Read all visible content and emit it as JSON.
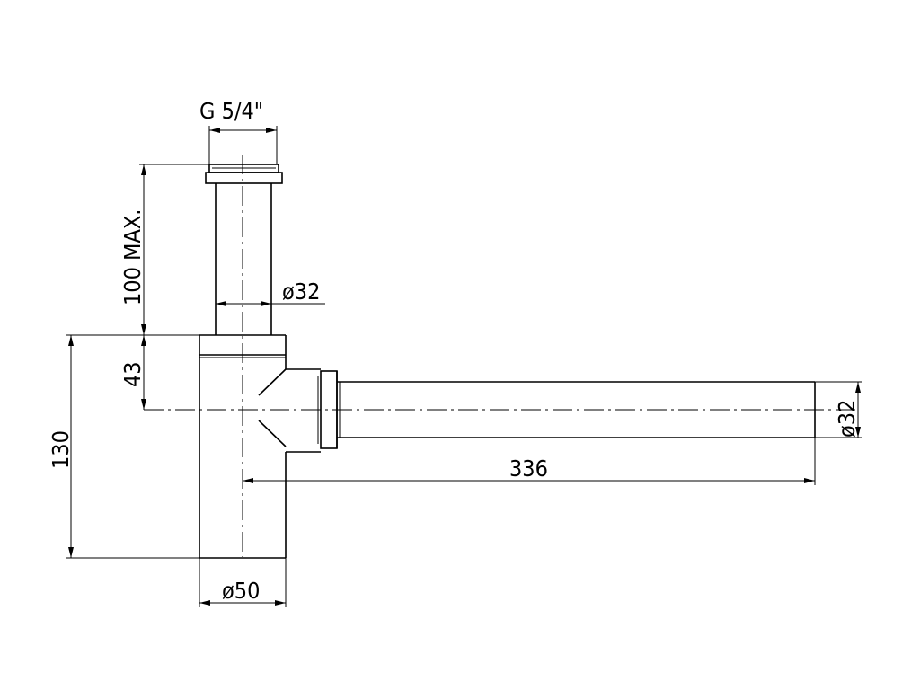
{
  "dimensions": {
    "thread": "G 5/4\"",
    "height_max": "100 MAX.",
    "outlet_height": "43",
    "total_height": "130",
    "tail_diameter": "ø32",
    "outlet_diameter": "ø32",
    "outlet_length": "336",
    "body_diameter": "ø50"
  }
}
